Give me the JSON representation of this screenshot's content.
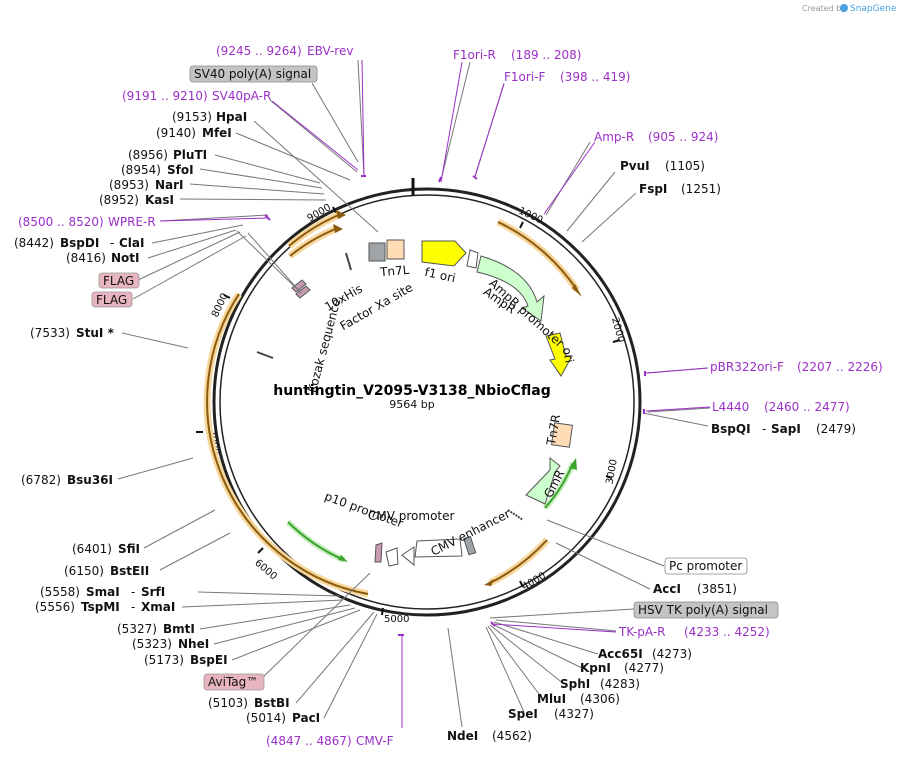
{
  "app": {
    "credit_prefix": "Created by",
    "credit_brand": "SnapGene"
  },
  "plasmid": {
    "name": "huntingtin_V2095-V3138_NbioCflag",
    "length_label": "9564 bp",
    "ticks": [
      "1000",
      "2000",
      "3000",
      "4000",
      "5000",
      "6000",
      "7000",
      "8000",
      "9000"
    ]
  },
  "colors": {
    "primer": "#9b30c8",
    "backbone": "#222222",
    "orange_arc": "#f0b040",
    "green_arc": "#3aa52a",
    "yellow": "#ffff00",
    "ampr": "#ccffcc",
    "tan": "#ffdcb4",
    "gray": "#9ea4a8",
    "flag_tag": "#e8b4c0"
  },
  "labels": {
    "top": [
      {
        "name": "EBV-rev",
        "range": "(9245 .. 9264)"
      },
      {
        "name": "SV40 poly(A) signal"
      },
      {
        "name": "SV40pA-R",
        "range": "(9191 .. 9210)"
      },
      {
        "name": "HpaI",
        "pos": "(9153)"
      },
      {
        "name": "MfeI",
        "pos": "(9140)"
      },
      {
        "name": "PluTI",
        "pos": "(8956)"
      },
      {
        "name": "SfoI",
        "pos": "(8954)"
      },
      {
        "name": "NarI",
        "pos": "(8953)"
      },
      {
        "name": "KasI",
        "pos": "(8952)"
      },
      {
        "name": "WPRE-R",
        "range": "(8500 .. 8520)"
      },
      {
        "name": "BspDI",
        "name2": "ClaI",
        "pos": "(8442)"
      },
      {
        "name": "NotI",
        "pos": "(8416)"
      },
      {
        "name": "FLAG"
      },
      {
        "name": "FLAG"
      },
      {
        "name": "StuI *",
        "pos": "(7533)"
      }
    ],
    "right": [
      {
        "name": "F1ori-R",
        "range": "(189 .. 208)"
      },
      {
        "name": "F1ori-F",
        "range": "(398 .. 419)"
      },
      {
        "name": "Amp-R",
        "range": "(905 .. 924)"
      },
      {
        "name": "PvuI",
        "pos": "(1105)"
      },
      {
        "name": "FspI",
        "pos": "(1251)"
      },
      {
        "name": "pBR322ori-F",
        "range": "(2207 .. 2226)"
      },
      {
        "name": "L4440",
        "range": "(2460 .. 2477)"
      },
      {
        "name": "BspQI",
        "name2": "SapI",
        "pos": "(2479)"
      }
    ],
    "left_bottom": [
      {
        "name": "Bsu36I",
        "pos": "(6782)"
      },
      {
        "name": "SfiI",
        "pos": "(6401)"
      },
      {
        "name": "BstEII",
        "pos": "(6150)"
      },
      {
        "name": "SmaI",
        "name2": "SrfI",
        "pos": "(5558)"
      },
      {
        "name": "TspMI",
        "name2": "XmaI",
        "pos": "(5556)"
      },
      {
        "name": "BmtI",
        "pos": "(5327)"
      },
      {
        "name": "NheI",
        "pos": "(5323)"
      },
      {
        "name": "BspEI",
        "pos": "(5173)"
      },
      {
        "name": "AviTag™"
      },
      {
        "name": "BstBI",
        "pos": "(5103)"
      },
      {
        "name": "PacI",
        "pos": "(5014)"
      },
      {
        "name": "CMV-F",
        "range": "(4847 .. 4867)"
      }
    ],
    "right_bottom": [
      {
        "name": "Pc promoter"
      },
      {
        "name": "AccI",
        "pos": "(3851)"
      },
      {
        "name": "HSV TK poly(A) signal"
      },
      {
        "name": "TK-pA-R",
        "range": "(4233 .. 4252)"
      },
      {
        "name": "Acc65I",
        "pos": "(4273)"
      },
      {
        "name": "KpnI",
        "pos": "(4277)"
      },
      {
        "name": "SphI",
        "pos": "(4283)"
      },
      {
        "name": "MluI",
        "pos": "(4306)"
      },
      {
        "name": "SpeI",
        "pos": "(4327)"
      },
      {
        "name": "NdeI",
        "pos": "(4562)"
      }
    ]
  },
  "features": {
    "f1ori": "f1 ori",
    "ampr": "AmpR",
    "ampr_promoter": "AmpR promoter",
    "ori": "ori",
    "tn7r": "Tn7R",
    "gmr": "GmR",
    "cmv_enhancer": "CMV enhancer",
    "cmv_promoter": "CMV promoter",
    "p10_promoter": "p10 promoter",
    "kozak": "Kozak sequence",
    "his": "10xHis",
    "factor_xa": "Factor Xa site",
    "tn7l": "Tn7L"
  }
}
